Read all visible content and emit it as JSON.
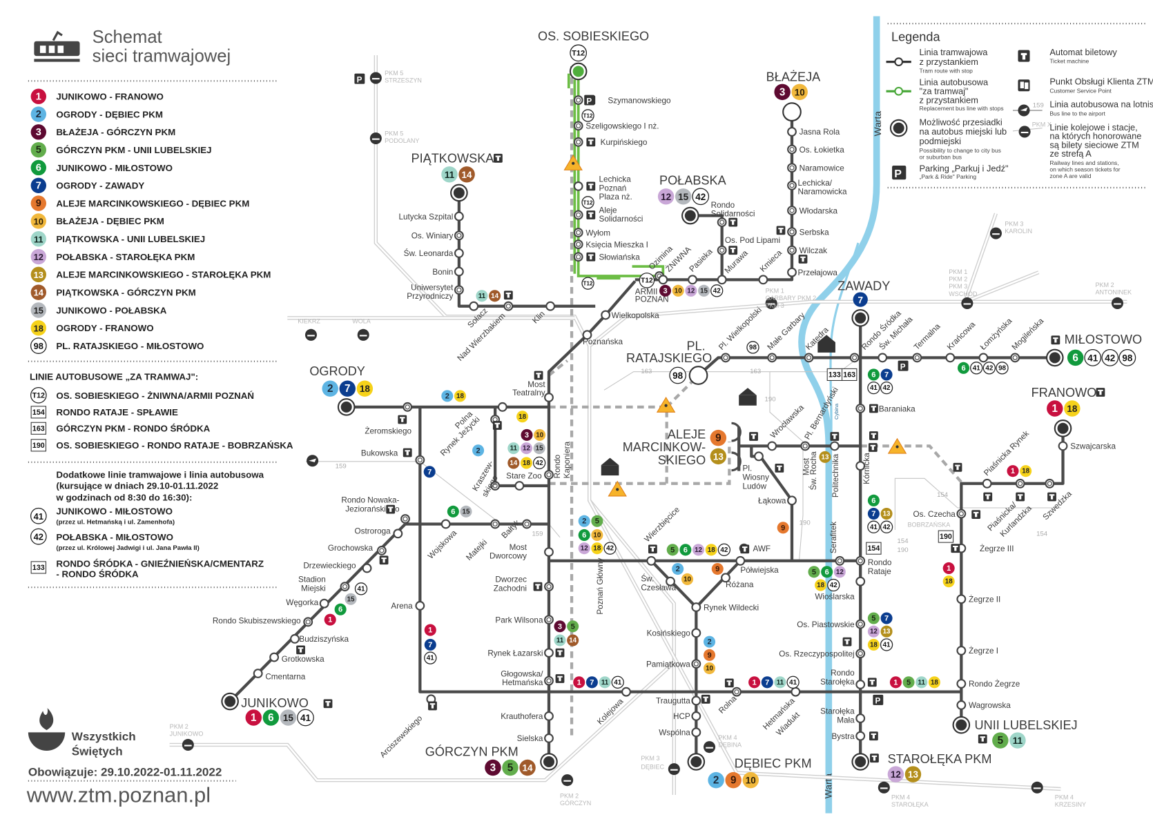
{
  "header": {
    "title_1": "Schemat",
    "title_2": "sieci tramwajowej"
  },
  "lines": {
    "1": {
      "label": "1",
      "color": "#c8103f",
      "fg": "#fff",
      "route": "JUNIKOWO - FRANOWO"
    },
    "2": {
      "label": "2",
      "color": "#5db4e3",
      "fg": "#1d2a3a",
      "route": "OGRODY - DĘBIEC PKM"
    },
    "3": {
      "label": "3",
      "color": "#5e0a31",
      "fg": "#fff",
      "route": "BŁAŻEJA - GÓRCZYN PKM"
    },
    "5": {
      "label": "5",
      "color": "#62ad4c",
      "fg": "#1c2a14",
      "route": "GÓRCZYN PKM - UNII LUBELSKIEJ"
    },
    "6": {
      "label": "6",
      "color": "#119a3d",
      "fg": "#fff",
      "route": "JUNIKOWO - MIŁOSTOWO"
    },
    "7": {
      "label": "7",
      "color": "#0b3d8f",
      "fg": "#fff",
      "route": "OGRODY - ZAWADY"
    },
    "9": {
      "label": "9",
      "color": "#e5782e",
      "fg": "#3a1a0a",
      "route": "ALEJE MARCINKOWSKIEGO - DĘBIEC PKM"
    },
    "10": {
      "label": "10",
      "color": "#f1b83c",
      "fg": "#2a1f08",
      "route": "BŁAŻEJA - DĘBIEC PKM"
    },
    "11": {
      "label": "11",
      "color": "#9fd6c9",
      "fg": "#10251f",
      "route": "PIĄTKOWSKA - UNII LUBELSKIEJ"
    },
    "12": {
      "label": "12",
      "color": "#c9a7d7",
      "fg": "#2a1a33",
      "route": "POŁABSKA - STAROŁĘKA PKM"
    },
    "13": {
      "label": "13",
      "color": "#b48f1c",
      "fg": "#fff",
      "route": "ALEJE MARCINKOWSKIEGO - STAROŁĘKA PKM"
    },
    "14": {
      "label": "14",
      "color": "#a05a2a",
      "fg": "#fff",
      "route": "PIĄTKOWSKA - GÓRCZYN PKM"
    },
    "15": {
      "label": "15",
      "color": "#b4b8bd",
      "fg": "#222",
      "route": "JUNIKOWO - POŁABSKA"
    },
    "18": {
      "label": "18",
      "color": "#f6d21a",
      "fg": "#222",
      "route": "OGRODY - FRANOWO"
    },
    "98": {
      "label": "98",
      "color": "#ffffff",
      "fg": "#111",
      "route": "PL. RATAJSKIEGO - MIŁOSTOWO"
    },
    "41": {
      "label": "41",
      "color": "#ffffff",
      "fg": "#111",
      "route": "JUNIKOWO - MIŁOSTOWO",
      "note": "(przez ul. Hetmańską i ul. Zamenhofa)"
    },
    "42": {
      "label": "42",
      "color": "#ffffff",
      "fg": "#111",
      "route": "POŁABSKA - MIŁOSTOWO",
      "note": "(przez ul. Królowej Jadwigi i ul. Jana Pawła II)"
    },
    "T12": {
      "label": "T12",
      "color": "#ffffff",
      "fg": "#111",
      "route": "OS. SOBIESKIEGO - ŻNIWNA/ARMII POZNAŃ"
    }
  },
  "bus_lines": {
    "heading": "LINIE AUTOBUSOWE „ZA TRAMWAJ\":",
    "154": {
      "label": "154",
      "route": "RONDO RATAJE - SPŁAWIE"
    },
    "163": {
      "label": "163",
      "route": "GÓRCZYN PKM - RONDO ŚRÓDKA"
    },
    "190": {
      "label": "190",
      "route": "OS. SOBIESKIEGO - RONDO RATAJE - BOBRZAŃSKA"
    },
    "133": {
      "label": "133",
      "route_1": "RONDO ŚRÓDKA - GNIEŹNIEŃSKA/CMENTARZ",
      "route_2": "- RONDO ŚRÓDKA"
    },
    "159": {
      "label": "159"
    }
  },
  "extra": {
    "line1": "Dodatkowe linie tramwajowe i linia autobusowa",
    "line2": "(kursujące w dniach 29.10-01.11.2022",
    "line3": "w godzinach od 8:30 do 16:30):"
  },
  "footer": {
    "event_1": "Wszystkich",
    "event_2": "Świętych",
    "valid": "Obowiązuje: 29.10.2022-01.11.2022",
    "url": "www.ztm.poznan.pl"
  },
  "legend": {
    "title": "Legenda",
    "tram_1": "Linia tramwajowa",
    "tram_2": "z przystankiem",
    "tram_en": "Tram route with stop",
    "bus_1": "Linia autobusowa",
    "bus_2": "\"za tramwaj\"",
    "bus_3": "z przystankiem",
    "bus_en": "Replacement bus line with stops",
    "chg_1": "Możliwość przesiadki",
    "chg_2": "na autobus miejski lub",
    "chg_3": "podmiejski",
    "chg_en1": "Possibility to change to city bus",
    "chg_en2": "or suburban bus",
    "pr_1": "Parking „Parkuj i Jedź\"",
    "pr_en": "„Park & Ride\" Parking",
    "tm_1": "Automat biletowy",
    "tm_en": "Ticket machine",
    "cs_1": "Punkt Obsługi Klienta ZTM",
    "cs_en": "Customer Service Point",
    "air_1": "Linia autobusowa na lotnisko",
    "air_en": "Bus line to the airport",
    "air_num": "159",
    "rail_1": "Linie kolejowe i stacje,",
    "rail_2": "na których honorowane",
    "rail_3": "są bilety sieciowe ZTM",
    "rail_4": "ze strefą A",
    "rail_en1": "Railway lines and stations,",
    "rail_en2": "on which season tickets for",
    "rail_en3": "zone A are valid",
    "rail_num": "PKM X"
  },
  "river": {
    "warta": "Warta",
    "cybina": "Cybina"
  },
  "terminals": {
    "sobieskiego": "OS. SOBIESKIEGO",
    "piatkowska": "PIĄTKOWSKA",
    "blazeja": "BŁAŻEJA",
    "polabska": "POŁABSKA",
    "ogrody": "OGRODY",
    "ratajskiego_1": "PL.",
    "ratajskiego_2": "RATAJSKIEGO",
    "zawady": "ZAWADY",
    "milostowo": "MIŁOSTOWO",
    "franowo": "FRANOWO",
    "aleje_1": "ALEJE",
    "aleje_2": "MARCINKOW-",
    "aleje_3": "SKIEGO",
    "unii": "UNII LUBELSKIEJ",
    "staroleka": "STAROŁĘKA PKM",
    "debiec": "DĘBIEC PKM",
    "gorczyn": "GÓRCZYN PKM",
    "junikowo": "JUNIKOWO"
  },
  "rail_stations": {
    "strzeszyn_1": "PKM 5",
    "strzeszyn_2": "STRZESZYN",
    "podolany_1": "PKM 5",
    "podolany_2": "PODOLANY",
    "kiekrz": "KIEKRZ",
    "wola": "WOLA",
    "garbary_1": "PKM 1",
    "garbary_2": "GARBARY PKM 2",
    "garbary_3": "PKM 3",
    "wschod_1": "PKM 1",
    "wschod_2": "PKM 2",
    "wschod_3": "PKM 3",
    "wschod_4": "WSCHÓD",
    "karolin_1": "PKM 3",
    "karolin_2": "KAROLIN",
    "pkm1": "PKM 1",
    "antoninek_1": "PKM 2",
    "antoninek_2": "ANTONINEK",
    "junikowo_1": "PKM 2",
    "junikowo_2": "JUNIKOWO",
    "gorczyn_1": "PKM 2",
    "gorczyn_2": "GÓRCZYN",
    "debiec_1": "PKM 3",
    "debiec_2": "DĘBIEC",
    "debina_1": "PKM 4",
    "debina_2": "DĘBINA",
    "staroleka_1": "PKM 4",
    "staroleka_2": "STAROŁĘKA",
    "krzesiny_1": "PKM 4",
    "krzesiny_2": "KRZESINY",
    "glowny": "Poznań Główny"
  },
  "armii": {
    "l1": "ARMII",
    "l2": "POZNAŃ"
  },
  "stops": {
    "szymanowskiego": "Szymanowskiego",
    "szeligowskiego": "Szeligowskiego I nż.",
    "kurpinskiego": "Kurpińskiego",
    "lechicka_1": "Lechicka",
    "lechicka_2": "Poznań",
    "lechicka_3": "Plaza nż.",
    "aleje_sol_1": "Aleje",
    "aleje_sol_2": "Solidarności",
    "wylom": "Wyłom",
    "mieszka": "Księcia Mieszka I",
    "slowianska": "Słowiańska",
    "ozimina": "Ozimina",
    "zniwna": "ŻNIWNA",
    "pasieka": "Pasieka",
    "murawa": "Murawa",
    "kmieca": "Kmieca",
    "przelajowa": "Przełajowa",
    "rsol_1": "Rondo",
    "rsol_2": "Solidarności",
    "pod_lipami": "Os. Pod Lipami",
    "jasna_rola": "Jasna Rola",
    "lokietka": "Os. Łokietka",
    "naramowice": "Naramowice",
    "lech_nar_1": "Lechicka/",
    "lech_nar_2": "Naramowicka",
    "wlodarska": "Włodarska",
    "serbska": "Serbska",
    "wilczak": "Wilczak",
    "lutycka": "Lutycka Szpital",
    "winiary": "Os. Winiary",
    "leonarda": "Św. Leonarda",
    "bonin": "Bonin",
    "uniw_1": "Uniwersytet",
    "uniw_2": "Przyrodniczy",
    "solacz": "Sołacz",
    "nad_wierzbakiem": "Nad Wierzbakiem",
    "klin": "Klin",
    "wielkopolska": "Wielkopolska",
    "poznanska": "Poznańska",
    "most_teatralny_1": "Most",
    "most_teatralny_2": "Teatralny",
    "zeromskiego": "Żeromskiego",
    "polna": "Polna",
    "rynek_jezycki": "Rynek Jeżycki",
    "bukowska": "Bukowska",
    "kraszewskiego_1": "Kraszew-",
    "kraszewskiego_2": "skiego",
    "stare_zoo": "Stare Zoo",
    "rondo_kaponiera_1": "Rondo",
    "rondo_kaponiera_2": "Kaponiera",
    "nowaka_1": "Rondo Nowaka-",
    "nowaka_2": "Jeziorańskiego",
    "ostroroga": "Ostroroga",
    "grochowska": "Grochowska",
    "drzewieckiego": "Drzewieckiego",
    "stadion_1": "Stadion",
    "stadion_2": "Miejski",
    "wegorka": "Węgorka",
    "skubiszewskiego": "Rondo Skubiszewskiego",
    "budzyszynska": "Budziszyńska",
    "grotkowska": "Grotkowska",
    "cmentarna": "Cmentarna",
    "arena": "Arena",
    "wojskowa": "Wojskowa",
    "matejki": "Matejki",
    "baltyk": "Bałtyk",
    "most_dworcowy_1": "Most",
    "most_dworcowy_2": "Dworcowy",
    "dworzec_1": "Dworzec",
    "dworzec_2": "Zachodni",
    "park_wilsona": "Park Wilsona",
    "rynek_lazarski": "Rynek Łazarski",
    "glogowska_1": "Głogowska/",
    "glogowska_2": "Hetmańska",
    "krauthofera": "Krauthofera",
    "sielska": "Sielska",
    "kolejowa": "Kolejowa",
    "arciszewskiego": "Arciszewskiego",
    "wierzbiecice": "Wierzbięcice",
    "awf": "AWF",
    "polwiejska": "Półwiejska",
    "czeslawa_1": "Św.",
    "czeslawa_2": "Czesława",
    "rozana": "Różana",
    "rynek_wildecki": "Rynek Wildecki",
    "kosinskiego": "Kosińskiego",
    "pamiatkowa": "Pamiątkowa",
    "traugutta": "Traugutta",
    "hcp": "HCP",
    "wspolna": "Wspólna",
    "rolna": "Rolna",
    "hetm_wiad_1": "Hetmańska",
    "hetm_wiad_2": "Wiadukt",
    "pl_wielkopolski": "Pl. Wielkopolski",
    "male_garbary": "Małe Garbary",
    "katedra": "Katedra",
    "rondo_srodka": "Rondo Śródka",
    "sw_michala": "Św. Michała",
    "termalna": "Termalna",
    "krancowa": "Krańcowa",
    "lomzynska": "Łomżyńska",
    "mogilenska": "Mogileńska",
    "baraniaka": "Baraniaka",
    "kornicka": "Kórnicka",
    "wroclawska": "Wrocławska",
    "pl_bernardynski": "Pl. Bernardyński",
    "most_rocha_1": "Most",
    "most_rocha_2": "Św. Rocha",
    "politechnika": "Politechnika",
    "wiosny_1": "Pl.",
    "wiosny_2": "Wiosny",
    "wiosny_3": "Ludów",
    "lakowa": "Łąkowa",
    "serafitek": "Serafitek",
    "rondo_rataje_1": "Rondo",
    "rondo_rataje_2": "Rataje",
    "wioslarska": "Wioślarska",
    "piastowskie": "Os. Piastowskie",
    "rzeczypospolitej": "Os. Rzeczypospolitej",
    "rondo_staroleka_1": "Rondo",
    "rondo_staroleka_2": "Starołęka",
    "staroleka_mala_1": "Starołęka",
    "staroleka_mala_2": "Mała",
    "bystra": "Bystra",
    "szwajcarska": "Szwajcarska",
    "piasnicka_rynek": "Piaśnicka Rynek",
    "piasnicka_kurl_1": "Piaśnicka/",
    "piasnicka_kurl_2": "Kurlandzka",
    "szwedzka": "Szwedzka",
    "czecha": "Os. Czecha",
    "bobrzanska": "BOBRZAŃSKA",
    "zegrze3": "Żegrze III",
    "zegrze2": "Żegrze II",
    "zegrze1": "Żegrze I",
    "rondo_zegrze": "Rondo Żegrze",
    "wagrowska": "Wagrowska"
  }
}
